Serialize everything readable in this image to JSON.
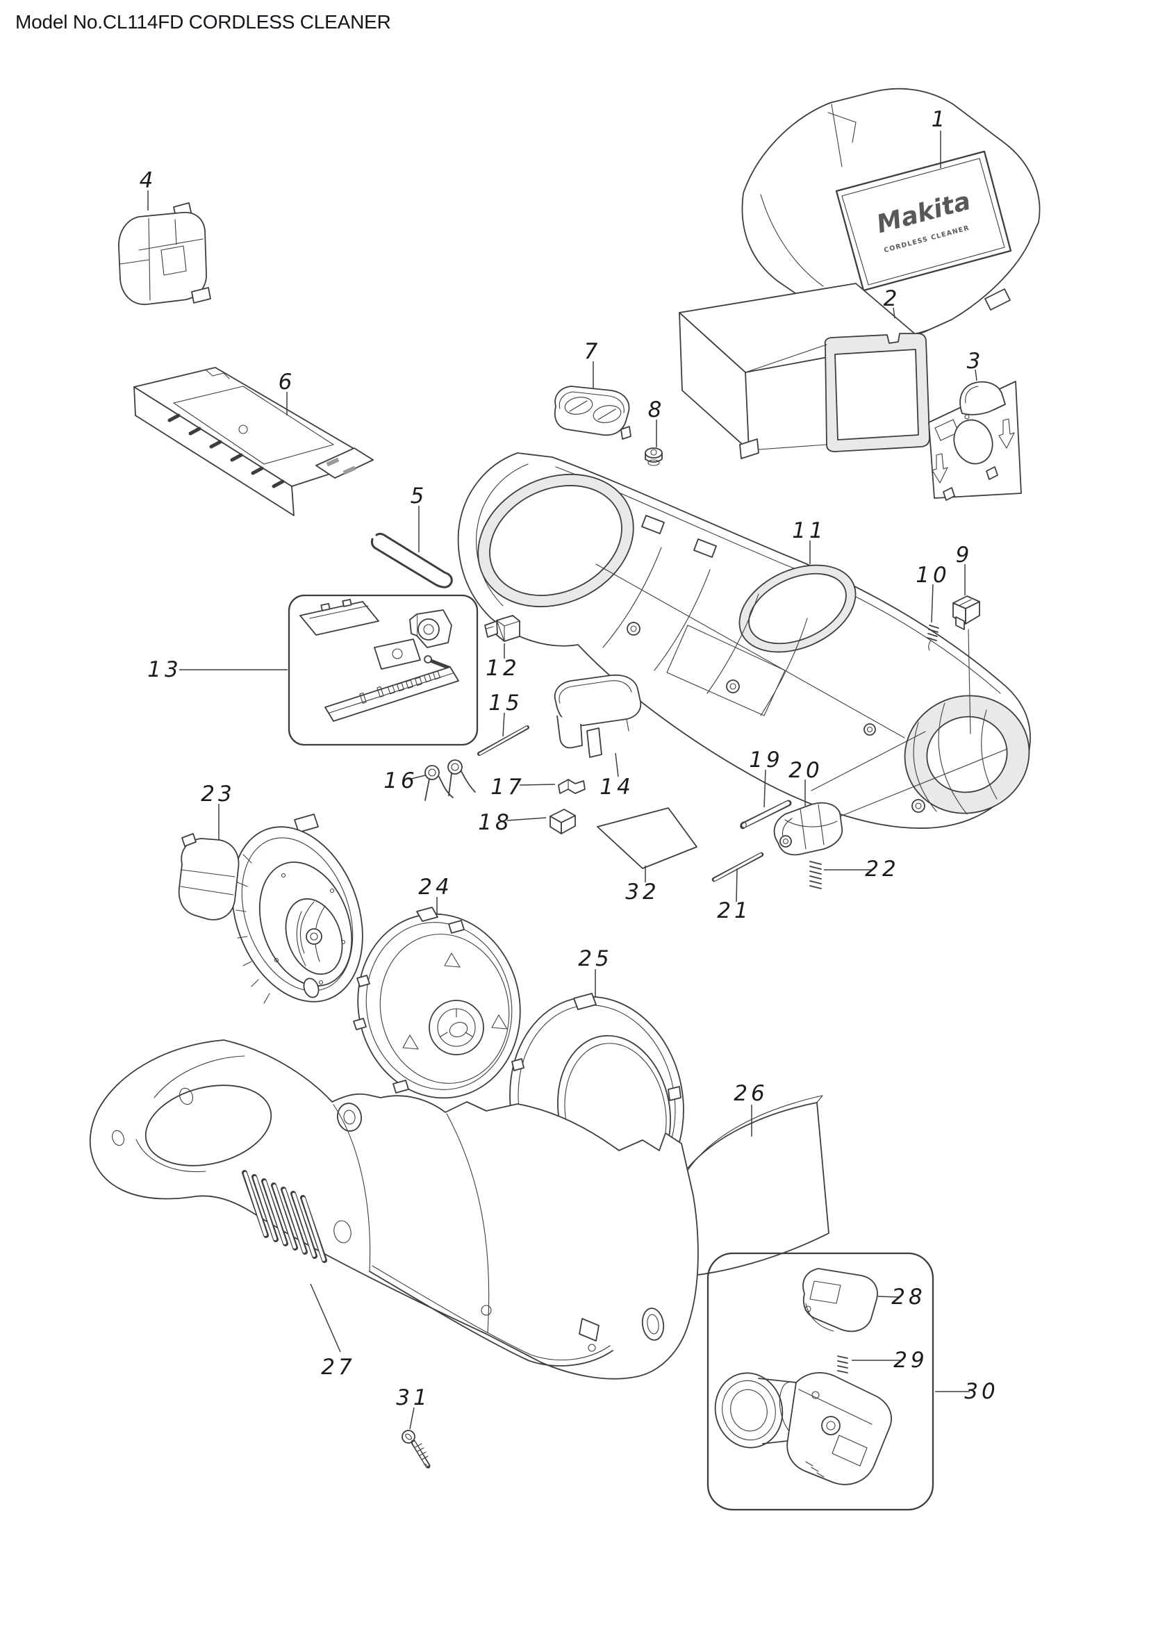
{
  "title": "Model No.CL114FD CORDLESS CLEANER",
  "brand_logo": {
    "name": "Makita",
    "subtitle": "CORDLESS CLEANER"
  },
  "colors": {
    "background": "#ffffff",
    "line": "#3d3d3d",
    "label": "#1b1b1b",
    "title": "#13131d",
    "logo": "#585858"
  },
  "parts": [
    {
      "num": "1"
    },
    {
      "num": "2"
    },
    {
      "num": "3"
    },
    {
      "num": "4"
    },
    {
      "num": "5"
    },
    {
      "num": "6"
    },
    {
      "num": "7"
    },
    {
      "num": "8"
    },
    {
      "num": "9"
    },
    {
      "num": "10"
    },
    {
      "num": "11"
    },
    {
      "num": "12"
    },
    {
      "num": "13"
    },
    {
      "num": "14"
    },
    {
      "num": "15"
    },
    {
      "num": "16"
    },
    {
      "num": "17"
    },
    {
      "num": "18"
    },
    {
      "num": "19"
    },
    {
      "num": "20"
    },
    {
      "num": "21"
    },
    {
      "num": "22"
    },
    {
      "num": "23"
    },
    {
      "num": "24"
    },
    {
      "num": "25"
    },
    {
      "num": "26"
    },
    {
      "num": "27"
    },
    {
      "num": "28"
    },
    {
      "num": "29"
    },
    {
      "num": "30"
    },
    {
      "num": "31"
    },
    {
      "num": "32"
    }
  ]
}
